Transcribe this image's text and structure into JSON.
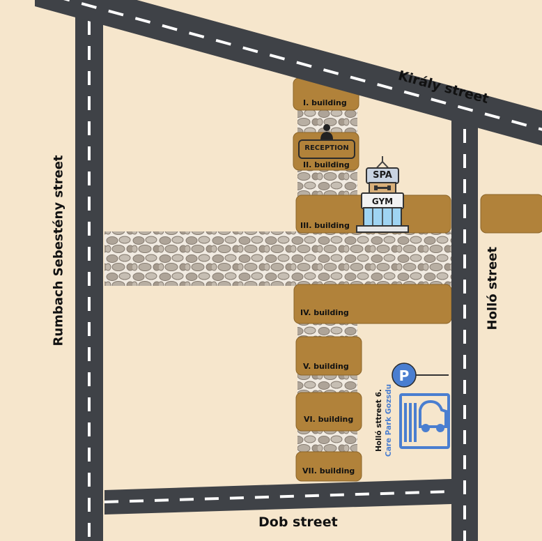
{
  "streets": {
    "kiraly": "Király street",
    "rumbach": "Rumbach Sebestény street",
    "hollo": "Holló street",
    "dob": "Dob street"
  },
  "buildings": [
    "I. building",
    "II. building",
    "III. building",
    "IV. building",
    "V. building",
    "VI. building",
    "VII. building"
  ],
  "poi": {
    "reception": "RECEPTION",
    "spa": "SPA",
    "gym": "GYM",
    "parking_symbol": "P",
    "parking_address": "Holló sttreet 6.",
    "parking_name": "Care Park Gozsdu"
  },
  "colors": {
    "background": "#f6e6cc",
    "road": "#3f4247",
    "road_marking": "#ffffff",
    "building": "#b1823a",
    "cobblestone": "#a9a096",
    "parking": "#4a7ed0"
  },
  "icons": [
    "reception-person-icon",
    "spa-gym-building-icon",
    "parking-sign-icon",
    "parking-garage-icon"
  ]
}
